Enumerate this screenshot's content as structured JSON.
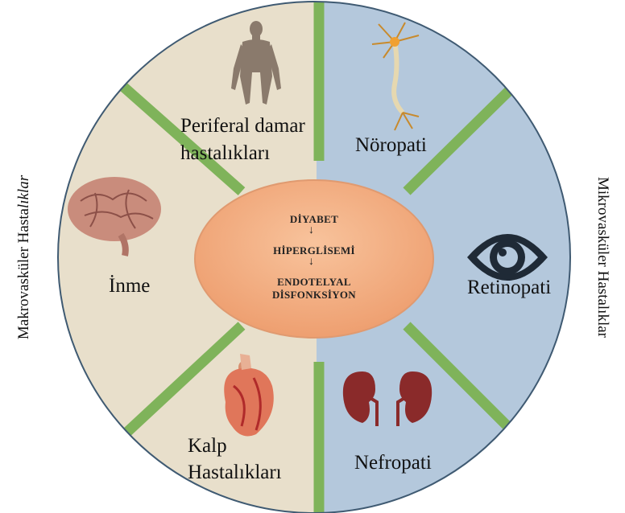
{
  "center": {
    "line1": "DİYABET",
    "line2": "HİPERGLİSEMİ",
    "line3": "ENDOTELYAL",
    "line4": "DİSFONKSİYON",
    "arrow": "↓"
  },
  "segments": {
    "peripheral": "Periferal damar",
    "peripheral2": "hastalıkları",
    "neuropathy": "Nöropati",
    "stroke": "İnme",
    "retinopathy": "Retinopati",
    "heart1": "Kalp",
    "heart2": "Hastalıkları",
    "nephropathy": "Nefropati"
  },
  "sides": {
    "left_main": "Makrovasküler Hasta",
    "left_italic": "lıklar",
    "right_main": "Mikrovasküler Hastalıklar"
  },
  "colors": {
    "macro_fill": "#e8dfcb",
    "micro_fill": "#b4c8dc",
    "divider_green": "#7fb35a",
    "center_fill": "#f2b184",
    "outline": "#3f5a72"
  }
}
